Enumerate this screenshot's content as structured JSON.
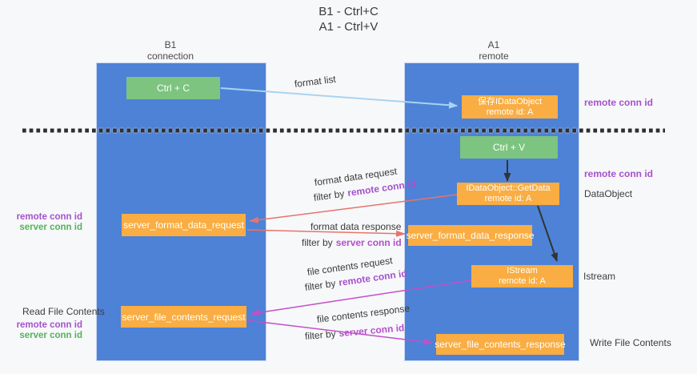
{
  "title": {
    "line1": "B1 - Ctrl+C",
    "line2": "A1 - Ctrl+V"
  },
  "lanes": {
    "b1": {
      "name": "B1",
      "role": "connection"
    },
    "a1": {
      "name": "A1",
      "role": "remote"
    }
  },
  "nodes": {
    "ctrl_c": {
      "label": "Ctrl + C"
    },
    "ctrl_v": {
      "label": "Ctrl + V"
    },
    "save_dataobject": {
      "label": "保存IDataObject",
      "sub": "remote id: A"
    },
    "getdata": {
      "label": "IDataObject::GetData",
      "sub": "remote id: A"
    },
    "istream": {
      "label": "IStream",
      "sub": "remote id: A"
    },
    "server_format_data_request": {
      "label": "server_format_data_request"
    },
    "server_format_data_response": {
      "label": "server_format_data_response"
    },
    "server_file_contents_request": {
      "label": "server_file_contents_request"
    },
    "server_file_contents_response": {
      "label": "server_file_contents_response"
    }
  },
  "flow_labels": {
    "format_list": "format list",
    "format_data_request": "format data request",
    "format_data_response": "format data response",
    "file_contents_request": "file contents request",
    "file_contents_response": "file contents response",
    "filter_by": "filter by",
    "remote_conn_id": "remote conn id",
    "server_conn_id": "server conn id"
  },
  "side_labels": {
    "remote_conn_id": "remote conn id",
    "server_conn_id": "server conn id",
    "dataobject": "DataObject",
    "istream": "Istream",
    "read_file_contents": "Read File Contents",
    "write_file_contents": "Write File Contents"
  },
  "colors": {
    "lane_blue": "#4d82d7",
    "node_green": "#7cc47f",
    "node_orange": "#f9ad42",
    "arrow_blue": "#a9d3f0",
    "arrow_red": "#e8736c",
    "arrow_magenta": "#c44fc8",
    "text_purple": "#a552cb",
    "text_green": "#55b25a",
    "dash_black": "#2e2e2e",
    "background": "#f7f8fa"
  }
}
